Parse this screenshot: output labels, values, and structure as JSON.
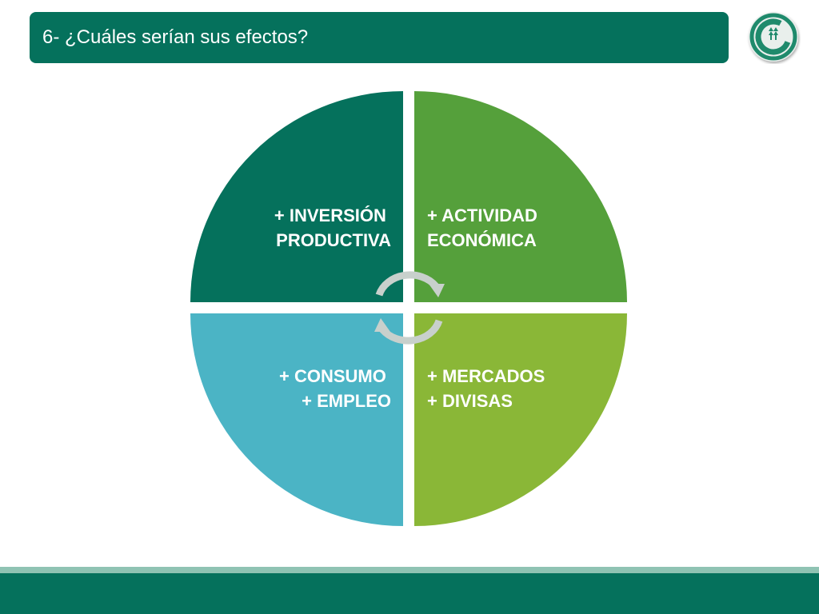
{
  "slide": {
    "title": "6- ¿Cuáles serían sus efectos?"
  },
  "logo": {
    "icon": "cycle-arrow-logo-icon",
    "color": "#1f8a6c"
  },
  "diagram": {
    "quadrants": [
      {
        "position": "top-left",
        "lines": [
          "+ INVERSIÓN",
          "PRODUCTIVA"
        ],
        "color": "#05715c"
      },
      {
        "position": "top-right",
        "lines": [
          "+ ACTIVIDAD",
          "ECONÓMICA"
        ],
        "color": "#55a03b"
      },
      {
        "position": "bottom-right",
        "lines": [
          "+ MERCADOS",
          "+ DIVISAS"
        ],
        "color": "#8ab737"
      },
      {
        "position": "bottom-left",
        "lines": [
          "+ CONSUMO",
          "+ EMPLEO"
        ],
        "color": "#4bb4c5"
      }
    ],
    "center_icon": "circular-arrows-icon",
    "arrow_color": "#c8d0cc"
  },
  "colors": {
    "title_bar": "#05715c",
    "footer_bar": "#05715c",
    "footer_stripe": "#8fc3b3"
  }
}
